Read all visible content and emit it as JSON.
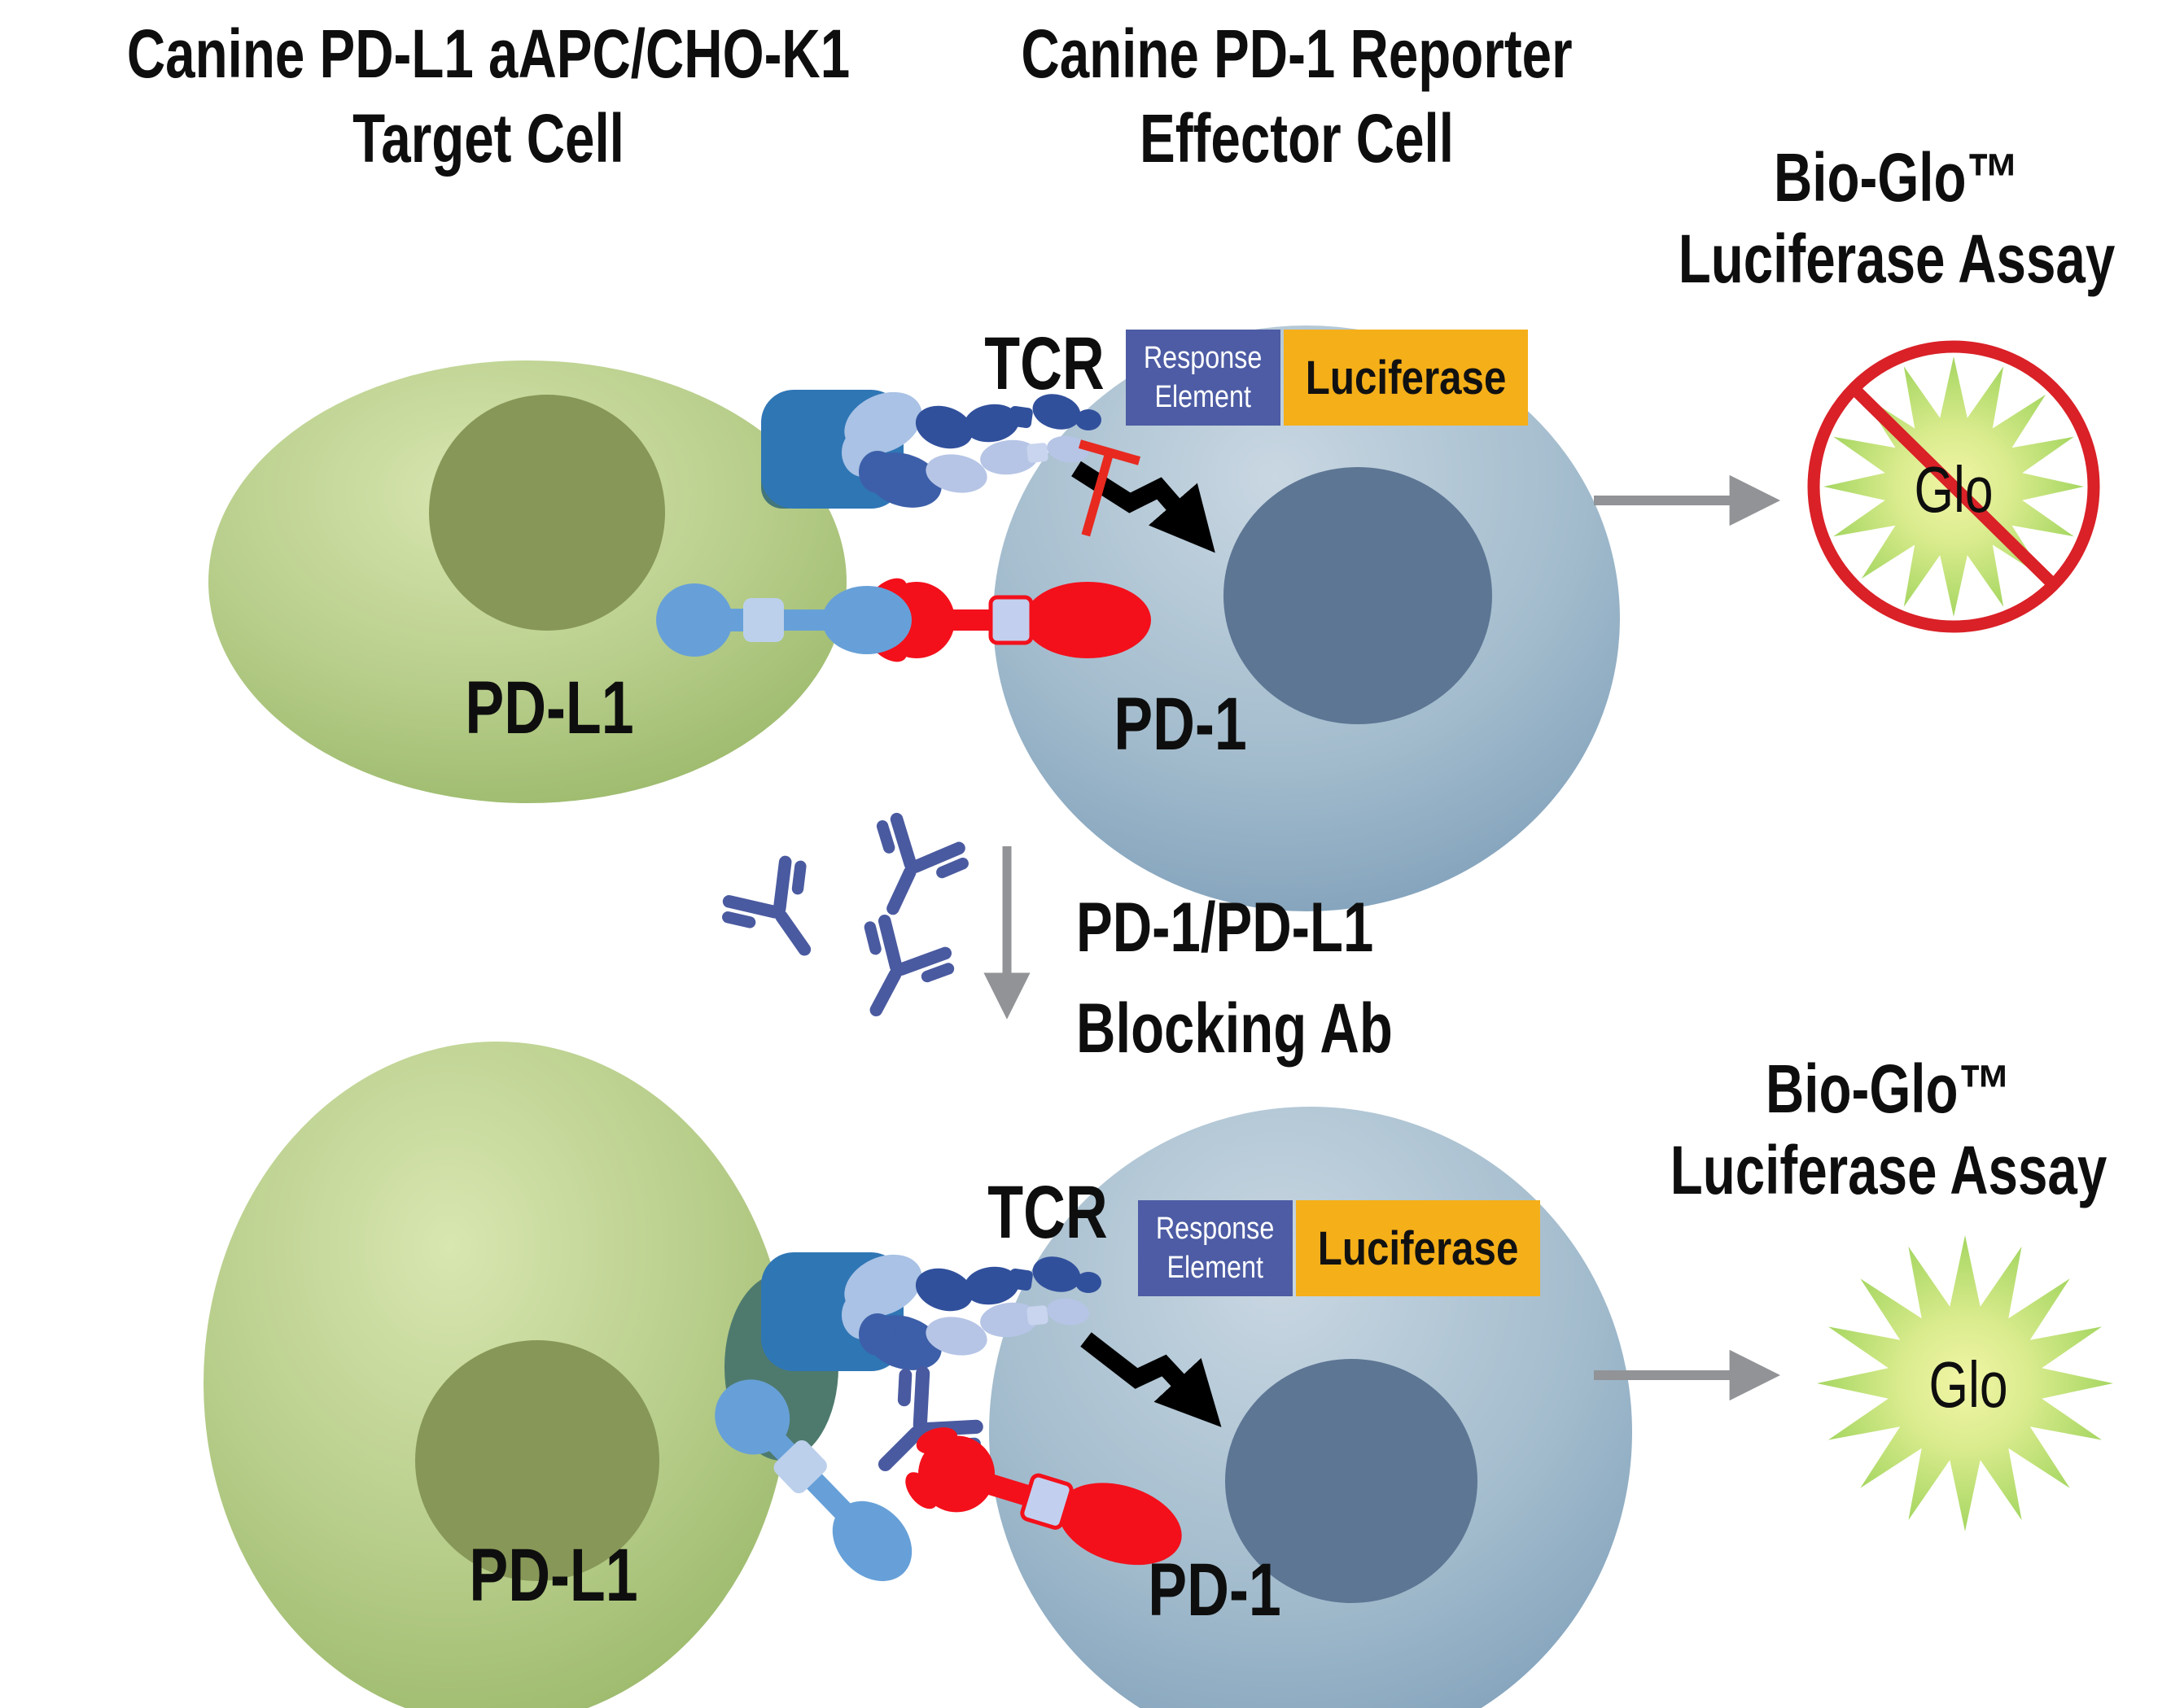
{
  "titles": {
    "target": {
      "line1": "Canine PD-L1 aAPC/CHO-K1",
      "line2": "Target Cell"
    },
    "effector": {
      "line1": "Canine PD-1 Reporter",
      "line2": "Effector Cell"
    }
  },
  "assay": {
    "line1": "Bio-Glo™",
    "line2": "Luciferase Assay",
    "glo": "Glo"
  },
  "labels": {
    "tcr": "TCR",
    "pd_l1": "PD-L1",
    "pd_1": "PD-1"
  },
  "reporter": {
    "response_line1": "Response",
    "response_line2": "Element",
    "luciferase": "Luciferase"
  },
  "blocking": {
    "line1": "PD-1/PD-L1",
    "line2": "Blocking Ab"
  },
  "colors": {
    "target_cell_green": "#b7cd8a",
    "effector_cell_blue": "#9db7ca",
    "green_nucleus": "#879757",
    "blue_nucleus": "#5d7694",
    "membrane_overlap_teal": "#42767a",
    "pd_l1_receptor_blue": "#67a0d8",
    "receptor_band_light": "#bcd0ec",
    "pd_1_receptor_red": "#f3101b",
    "mhc_antigen_blue": "#2f76b5",
    "tcr_chain_dark_blue": "#31509c",
    "tcr_chain_light_blue": "#b6c5e6",
    "antibody_indigo": "#4a5aa0",
    "response_element_box": "#4d5ca4",
    "luciferase_box": "#f5af19",
    "inhibition_red": "#e8291f",
    "glow_star_green": "#a5d661",
    "glow_star_center": "#f2f5a6",
    "no_signal_ring_red": "#d92127",
    "arrow_gray": "#919396",
    "signal_arrow_black": "#000000"
  }
}
